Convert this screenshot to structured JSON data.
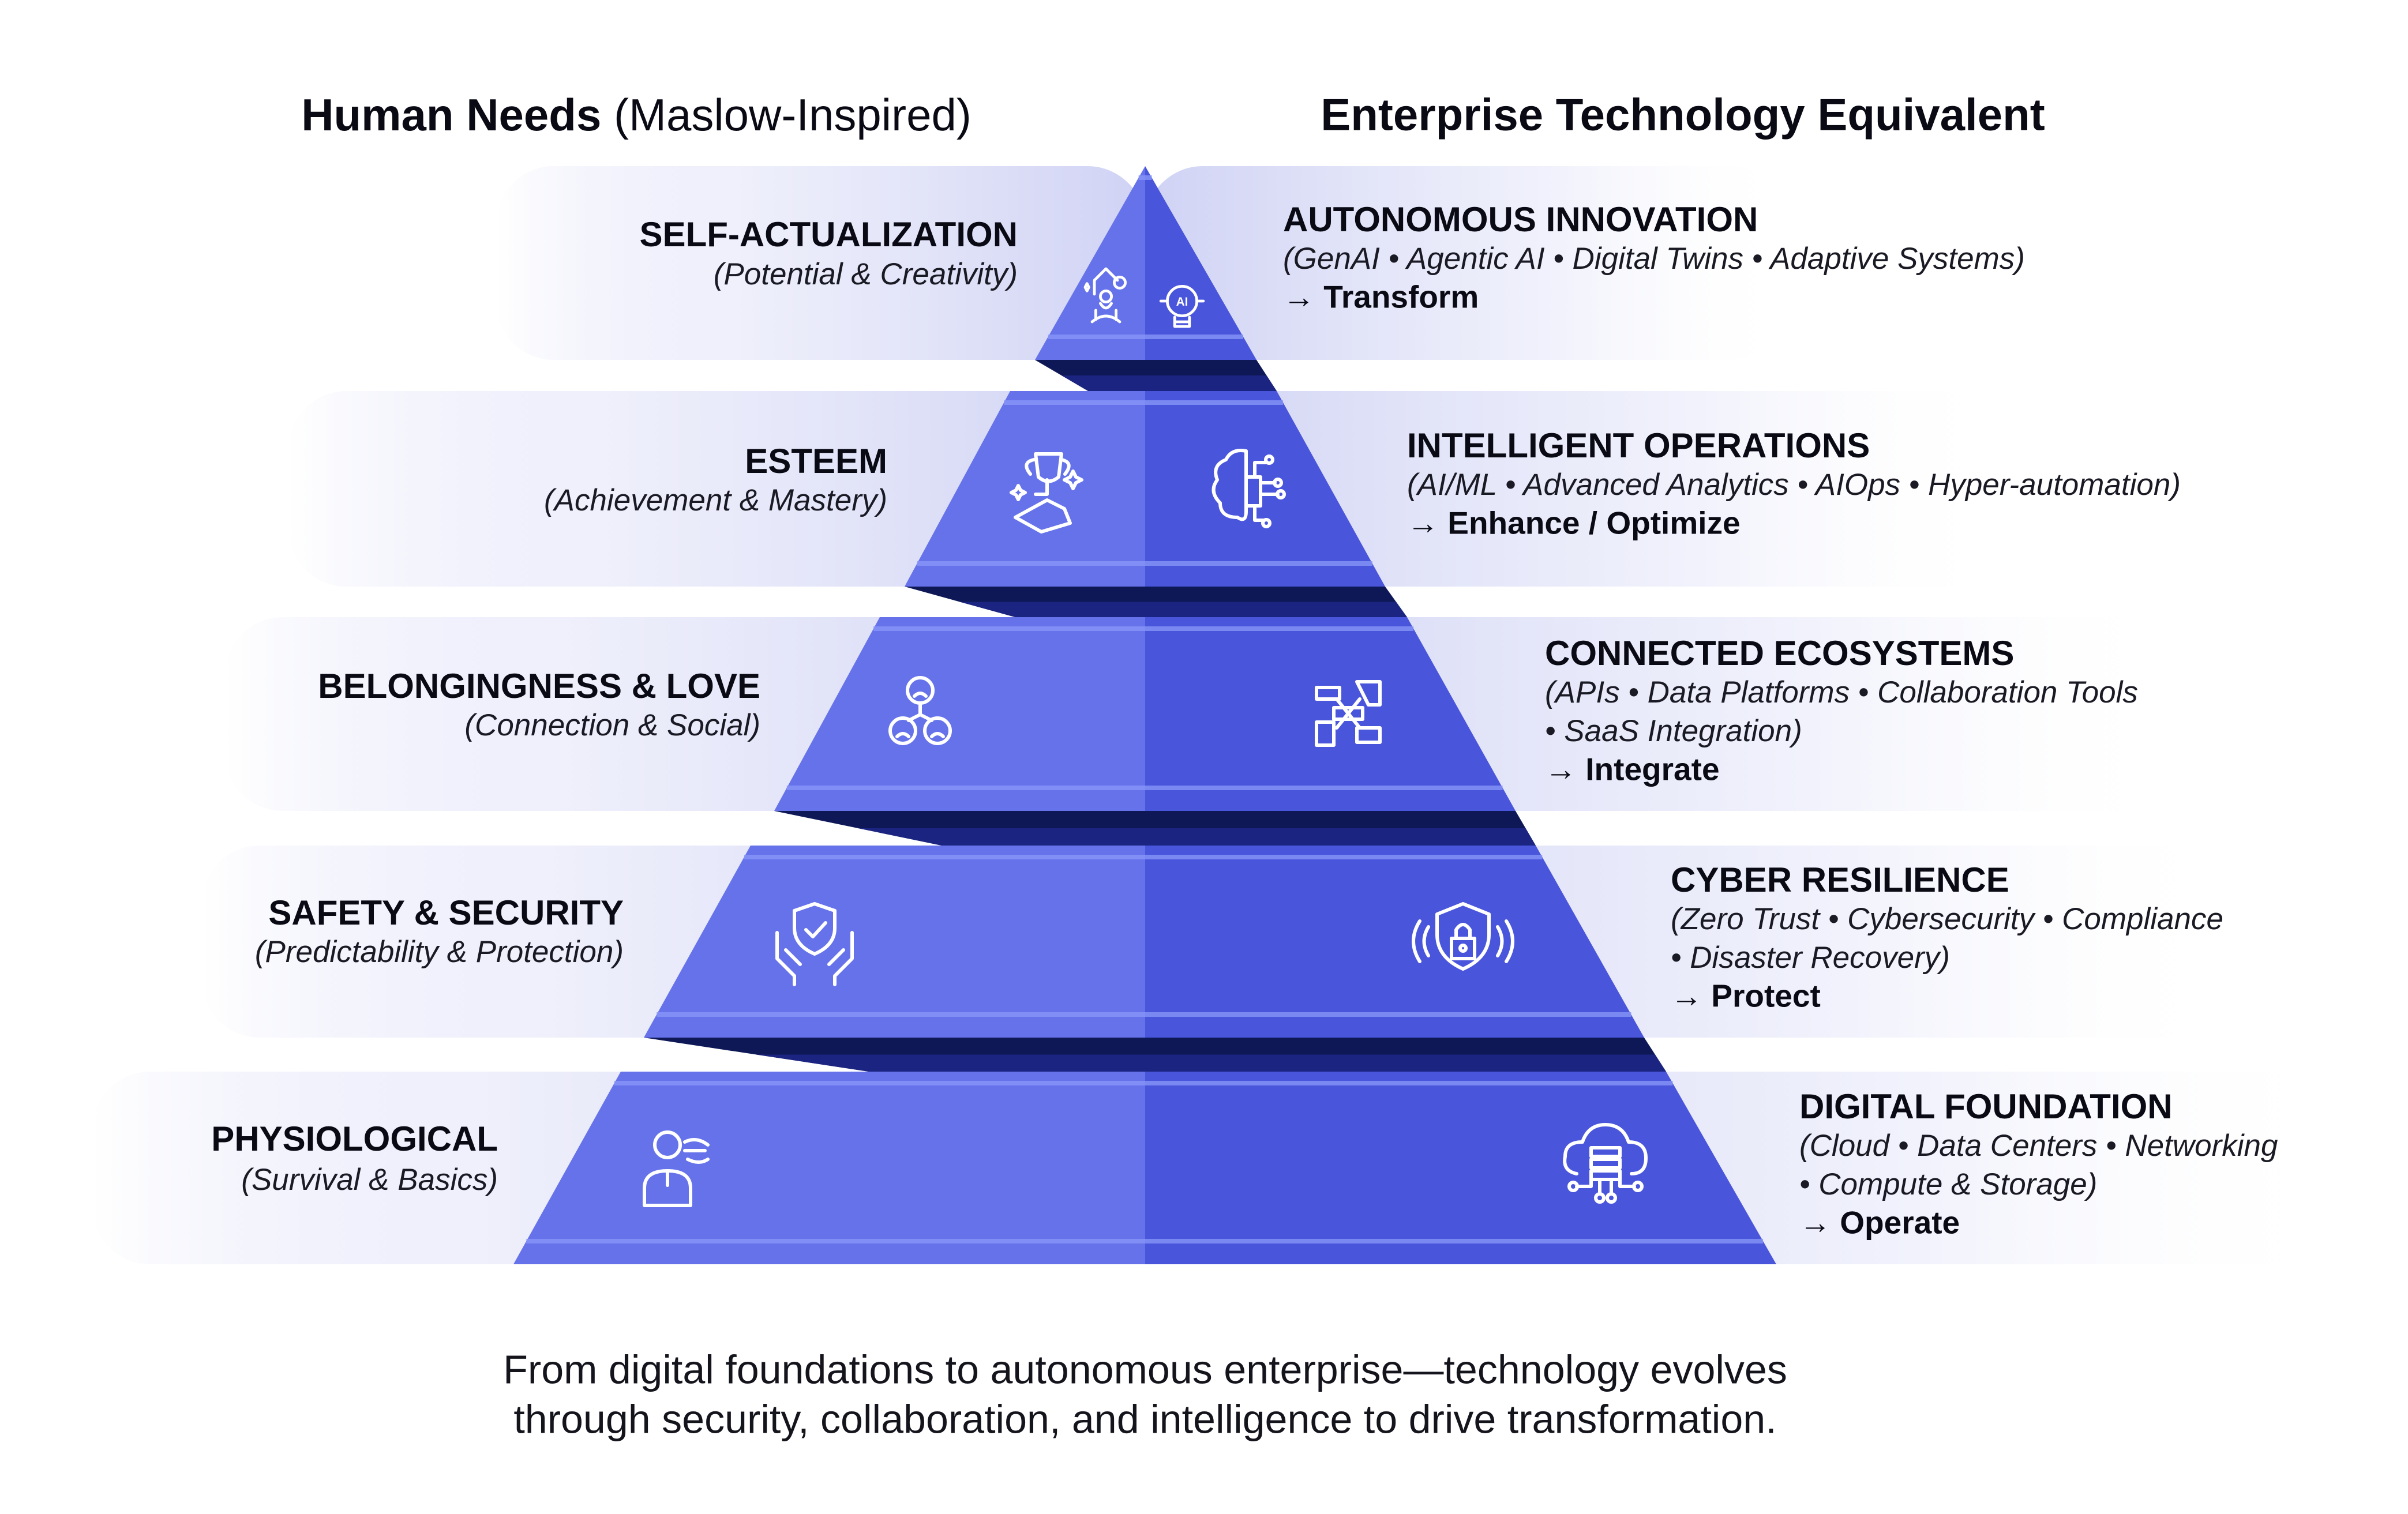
{
  "headers": {
    "left_bold": "Human Needs",
    "left_light": " (Maslow-Inspired)",
    "right": "Enterprise Technology Equivalent"
  },
  "tiers": [
    {
      "need": "SELF-ACTUALIZATION",
      "need_sub": "(Potential & Creativity)",
      "tech": "AUTONOMOUS INNOVATION",
      "tech_lines": [
        "(GenAI • Agentic AI • Digital Twins • Adaptive Systems)"
      ],
      "action": "→ Transform",
      "left_icon": "meditation-growth-icon",
      "right_icon": "ai-lightbulb-icon"
    },
    {
      "need": "ESTEEM",
      "need_sub": "(Achievement & Mastery)",
      "tech": "INTELLIGENT OPERATIONS",
      "tech_lines": [
        "(AI/ML • Advanced Analytics • AIOps • Hyper-automation)"
      ],
      "action": "→ Enhance / Optimize",
      "left_icon": "trophy-icon",
      "right_icon": "ai-brain-circuit-icon"
    },
    {
      "need": "BELONGINGNESS & LOVE",
      "need_sub": "(Connection & Social)",
      "tech": "CONNECTED ECOSYSTEMS",
      "tech_lines": [
        "(APIs • Data Platforms • Collaboration Tools",
        "• SaaS Integration)"
      ],
      "action": "→ Integrate",
      "left_icon": "community-icon",
      "right_icon": "joined-hands-icon"
    },
    {
      "need": "SAFETY & SECURITY",
      "need_sub": "(Predictability & Protection)",
      "tech": "CYBER RESILIENCE",
      "tech_lines": [
        "(Zero Trust • Cybersecurity • Compliance",
        "• Disaster Recovery)"
      ],
      "action": "→ Protect",
      "left_icon": "shield-hands-icon",
      "right_icon": "shield-lock-icon"
    },
    {
      "need": "PHYSIOLOGICAL",
      "need_sub": "(Survival & Basics)",
      "tech": "DIGITAL FOUNDATION",
      "tech_lines": [
        "(Cloud • Data Centers • Networking",
        "• Compute & Storage)"
      ],
      "action": "→ Operate",
      "left_icon": "person-breathing-icon",
      "right_icon": "cloud-server-icon"
    }
  ],
  "footer": {
    "line1": "From digital foundations to autonomous enterprise—technology evolves",
    "line2": "through security, collaboration, and intelligence to drive transformation."
  },
  "colors": {
    "left_face": "#6572ea",
    "right_face": "#4955db",
    "stripe": "#8795f7",
    "shadow_dark": "#0e1857",
    "shadow_mid": "#1b2581",
    "band": "#cfd2f4"
  }
}
